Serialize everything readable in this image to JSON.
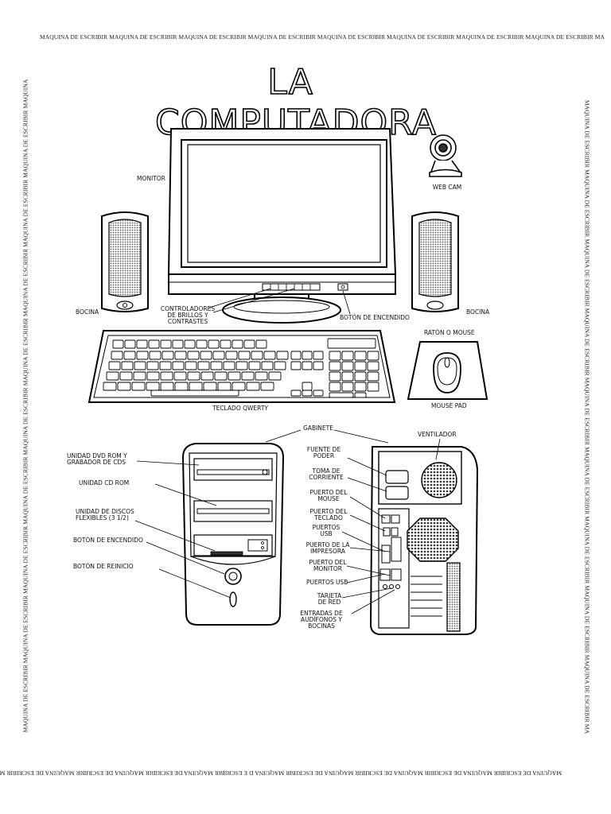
{
  "border_text": {
    "top": "MAQUINA DE ESCRIBIR MAQUINA DE ESCRIBIR MAQUINA DE ESCRIBIR MAQUINA DE ESCRIBIR MAQUINA DE ESCRIBIR MAQUINA DE ESCRIBIR MAQUINA DE ESCRIBIR MAQUINA DE ESCRIBIR MA",
    "bottom": "MAQUINA DE ESCRIBIR MAQUINA DE ESCRIBIR MAQUINA DE ESCRIBIR MAQUINA DE ESCRIBIR MAQUINA D E ESCRIBIR MAQUINA DE ESCRIBIR MAQUINA DE ESCRIBIR MAQUINA DE ESCRIBIR MA",
    "left": "MAQUINA DE ESCRIBIR MAQUINA DE ESCRIBIR MAQUINA DE ESCRIBIR MAQUINA DE ESCRIBIR MAQUINA DE ESCRIBIR MAQUINA DE ESCRIBIR MAQUINA DE ESCRIBIR MAQUINA DE ESCRIBIR MAQUINA DE ESCRIBIR MAQUINA",
    "right": "MAQUINA DE ESCRIBIR MAQUINA DE ESCRIBIR MAQUINA DE ESCRIBIR MAQUINA DE ESCRIBIR MAQUINA DE ESCRIBIR MAQUINA DE ESCRIBIR MAQUINA DE ESCRIBIR MAQUINA DE ESCRIBIR MAQUINA DE ESCRIBIR MA"
  },
  "title": "LA COMPUTADORA",
  "labels": {
    "monitor": "MONITOR",
    "webcam": "WEB CAM",
    "bocina_left": "BOCINA",
    "bocina_right": "BOCINA",
    "controladores": "CONTROLADORES DE BRILLOS Y CONTRASTES",
    "boton_encendido_monitor": "BOTÓN DE ENCENDIDO",
    "raton": "RATÓN O MOUSE",
    "teclado": "TECLADO QWERTY",
    "mouse_pad": "MOUSE PAD",
    "gabinete": "GABINETE",
    "ventilador": "VENTILADOR",
    "dvd": "UNIDAD DVD ROM Y GRABADOR DE CDS",
    "cdrom": "UNIDAD CD ROM",
    "discos": "UNIDAD DE DISCOS FLEXIBLES (3 1/2)",
    "boton_encendido_cpu": "BOTÓN DE ENCENDIDO",
    "boton_reinicio": "BOTÓN DE REINICIO",
    "fuente": "FUENTE DE PODER",
    "toma": "TOMA DE CORRIENTE",
    "puerto_mouse": "PUERTO DEL MOUSE",
    "puerto_teclado": "PUERTO DEL TECLADO",
    "puertos_usb_1": "PUERTOS USB",
    "puerto_impresora": "PUERTO DE LA IMPRESORA",
    "puerto_monitor": "PUERTO DEL MONITOR",
    "puertos_usb_2": "PUERTOS USB",
    "tarjeta_red": "TARJETA DE RED",
    "entradas": "ENTRADAS DE AUDÍFONOS Y BOCINAS"
  },
  "monitor_buttons": "| | | | | | |"
}
